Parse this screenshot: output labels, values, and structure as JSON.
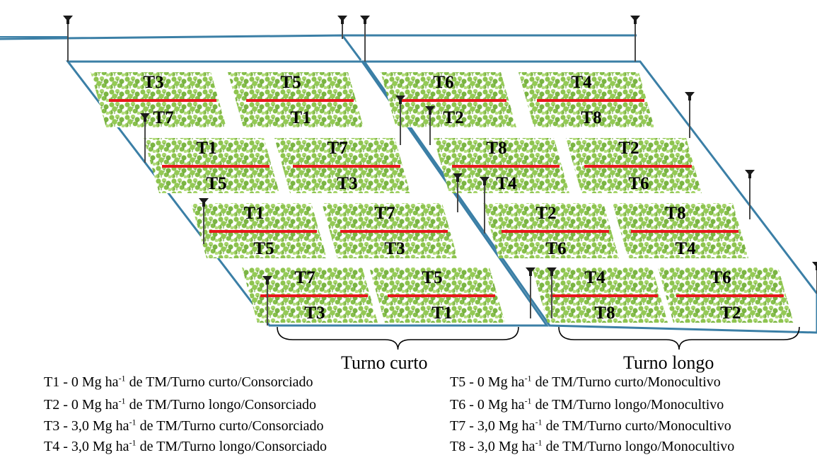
{
  "diagram": {
    "plots_short_turn": [
      {
        "top": "T3",
        "bottom": "T7"
      },
      {
        "top": "T5",
        "bottom": "T1"
      },
      {
        "top": "T1",
        "bottom": "T5"
      },
      {
        "top": "T7",
        "bottom": "T3"
      },
      {
        "top": "T1",
        "bottom": "T5"
      },
      {
        "top": "T7",
        "bottom": "T3"
      },
      {
        "top": "T7",
        "bottom": "T3"
      },
      {
        "top": "T5",
        "bottom": "T1"
      }
    ],
    "plots_long_turn": [
      {
        "top": "T6",
        "bottom": "T2"
      },
      {
        "top": "T4",
        "bottom": "T8"
      },
      {
        "top": "T8",
        "bottom": "T4"
      },
      {
        "top": "T2",
        "bottom": "T6"
      },
      {
        "top": "T2",
        "bottom": "T6"
      },
      {
        "top": "T8",
        "bottom": "T4"
      },
      {
        "top": "T4",
        "bottom": "T8"
      },
      {
        "top": "T6",
        "bottom": "T2"
      }
    ],
    "group_labels": {
      "short": "Turno curto",
      "long": "Turno longo"
    },
    "colors": {
      "border": "#3b7fa6",
      "divider": "#e8161b",
      "plant": "#8ec44f",
      "plant_dark": "#5e9a2e",
      "sprinkler": "#1a1a1a"
    },
    "icons": [
      "sprinkler-icon",
      "plant-cluster-icon",
      "brace-icon"
    ]
  },
  "legend": [
    {
      "code": "T1",
      "dose": "0 Mg ha",
      "sup": "-1",
      "rest": " de TM/Turno curto/Consorciado"
    },
    {
      "code": "T2",
      "dose": "0 Mg ha",
      "sup": "-1",
      "rest": " de TM/Turno longo/Consorciado"
    },
    {
      "code": "T3",
      "dose": "3,0 Mg ha",
      "sup": "-1",
      "rest": " de TM/Turno curto/Consorciado"
    },
    {
      "code": "T4",
      "dose": "3,0 Mg ha",
      "sup": "-1",
      "rest": " de TM/Turno longo/Consorciado"
    },
    {
      "code": "T5",
      "dose": "0 Mg ha",
      "sup": "-1",
      "rest": " de TM/Turno curto/Monocultivo"
    },
    {
      "code": "T6",
      "dose": "0 Mg ha",
      "sup": "-1",
      "rest": " de TM/Turno longo/Monocultivo"
    },
    {
      "code": "T7",
      "dose": "3,0 Mg ha",
      "sup": "-1",
      "rest": " de TM/Turno curto/Monocultivo"
    },
    {
      "code": "T8",
      "dose": "3,0 Mg ha",
      "sup": "-1",
      "rest": " de TM/Turno longo/Monocultivo"
    }
  ]
}
